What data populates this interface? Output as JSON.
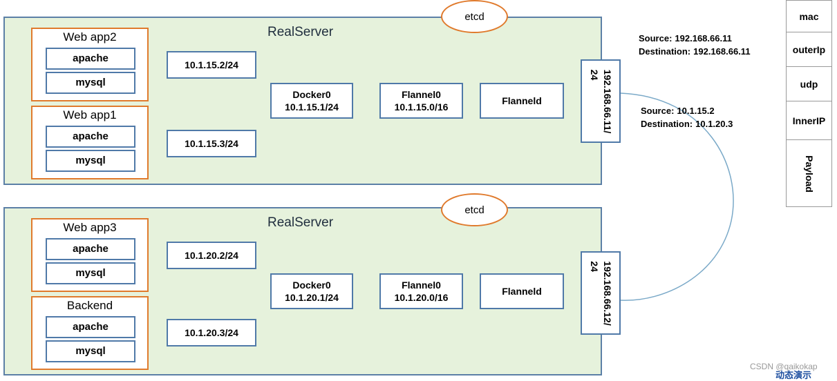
{
  "servers": [
    {
      "title": "RealServer",
      "apps": [
        {
          "title": "Web app2",
          "services": [
            "apache",
            "mysql"
          ]
        },
        {
          "title": "Web app1",
          "services": [
            "apache",
            "mysql"
          ]
        }
      ],
      "container_ips": [
        "10.1.15.2/24",
        "10.1.15.3/24"
      ],
      "docker": {
        "name": "Docker0",
        "ip": "10.1.15.1/24"
      },
      "flannel": {
        "name": "Flannel0",
        "ip": "10.1.15.0/16"
      },
      "flanneld": "Flanneld",
      "etcd": "etcd",
      "host_ip_line1": "192.168.66.11/",
      "host_ip_line2": "24"
    },
    {
      "title": "RealServer",
      "apps": [
        {
          "title": "Web app3",
          "services": [
            "apache",
            "mysql"
          ]
        },
        {
          "title": "Backend",
          "services": [
            "apache",
            "mysql"
          ]
        }
      ],
      "container_ips": [
        "10.1.20.2/24",
        "10.1.20.3/24"
      ],
      "docker": {
        "name": "Docker0",
        "ip": "10.1.20.1/24"
      },
      "flannel": {
        "name": "Flannel0",
        "ip": "10.1.20.0/16"
      },
      "flanneld": "Flanneld",
      "etcd": "etcd",
      "host_ip_line1": "192.168.66.12/",
      "host_ip_line2": "24"
    }
  ],
  "outer_header": {
    "source_label": "Source:",
    "source_value": "192.168.66.11",
    "dest_label": "Destination:",
    "dest_value": "192.168.66.11"
  },
  "inner_header": {
    "source_label": "Source:",
    "source_value": "10.1.15.2",
    "dest_label": "Destination:",
    "dest_value": "10.1.20.3"
  },
  "packet": [
    "mac",
    "outerIp",
    "udp",
    "InnerIP",
    "Payload"
  ],
  "watermark": "CSDN @qaikokap",
  "overlay_label": "动态演示",
  "colors": {
    "server_fill": "#e6f2dc",
    "server_border": "#5b7fa6",
    "app_border": "#e07a2c",
    "box_border": "#4f79a8",
    "connector": "#7aa9c8"
  }
}
